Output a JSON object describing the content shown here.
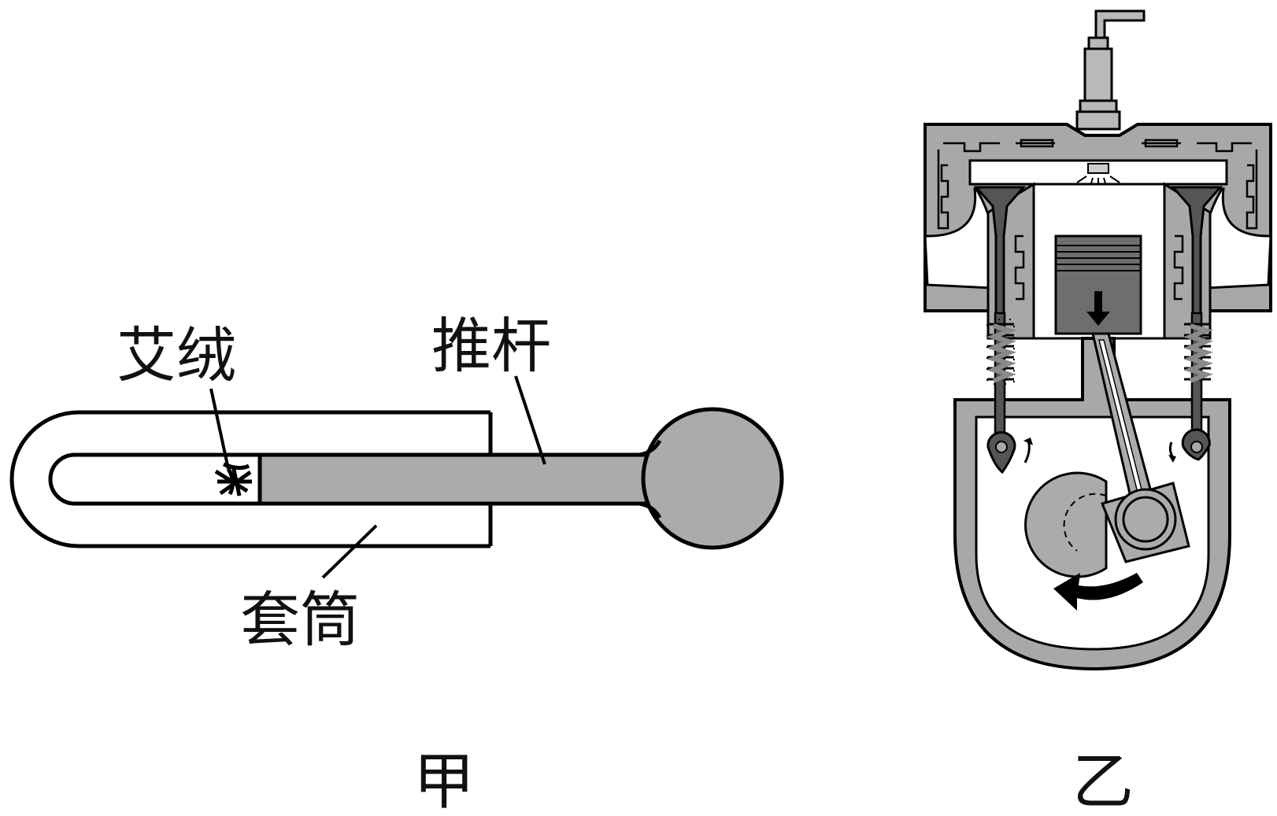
{
  "figure_a": {
    "caption": "甲",
    "labels": {
      "moxa": "艾绒",
      "push_rod": "推杆",
      "sleeve": "套筒"
    }
  },
  "figure_b": {
    "caption": "乙"
  },
  "colors": {
    "stroke": "#000000",
    "part_gray": "#ababab",
    "body_gray": "#a8a8a8",
    "dark_gray": "#555555",
    "cavity_white": "#ffffff"
  }
}
